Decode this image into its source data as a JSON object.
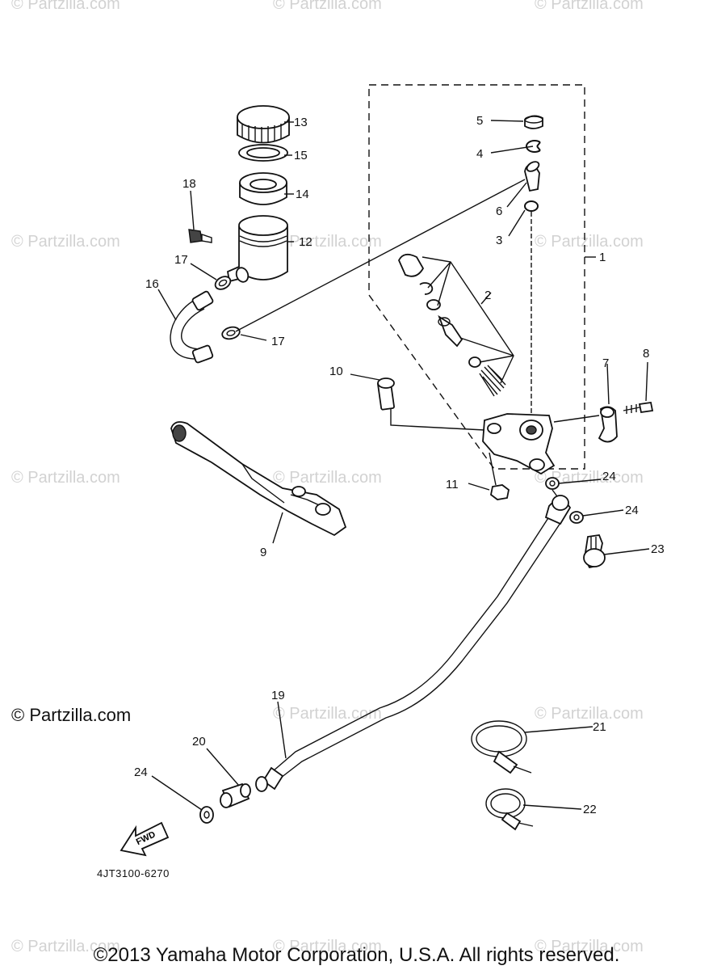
{
  "watermark": "© Partzilla.com",
  "copyright_left": "© Partzilla.com",
  "footer": "©2013 Yamaha Motor Corporation, U.S.A. All rights reserved.",
  "diagram_code": "4JT3100-6270",
  "fwd_label": "FWD",
  "callouts": [
    "1",
    "2",
    "3",
    "4",
    "5",
    "6",
    "7",
    "8",
    "9",
    "10",
    "11",
    "12",
    "13",
    "14",
    "15",
    "16",
    "17",
    "17",
    "18",
    "19",
    "20",
    "21",
    "22",
    "23",
    "24",
    "24",
    "24"
  ]
}
